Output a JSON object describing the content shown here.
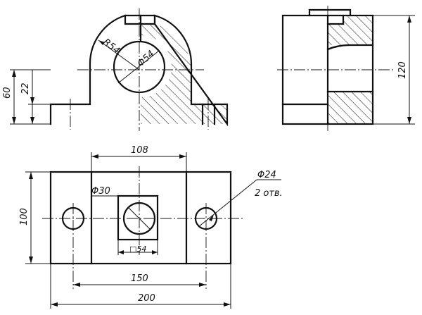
{
  "dimensions": {
    "radius": "R54",
    "bore_front": "Φ54",
    "height_total": "60",
    "height_base": "22",
    "depth_side": "120",
    "width_top": "108",
    "bore_top": "Φ30",
    "holes_dia": "Φ24",
    "holes_count": "2 отв.",
    "square": "□54",
    "depth_top": "100",
    "hole_spacing": "150",
    "length_total": "200"
  }
}
